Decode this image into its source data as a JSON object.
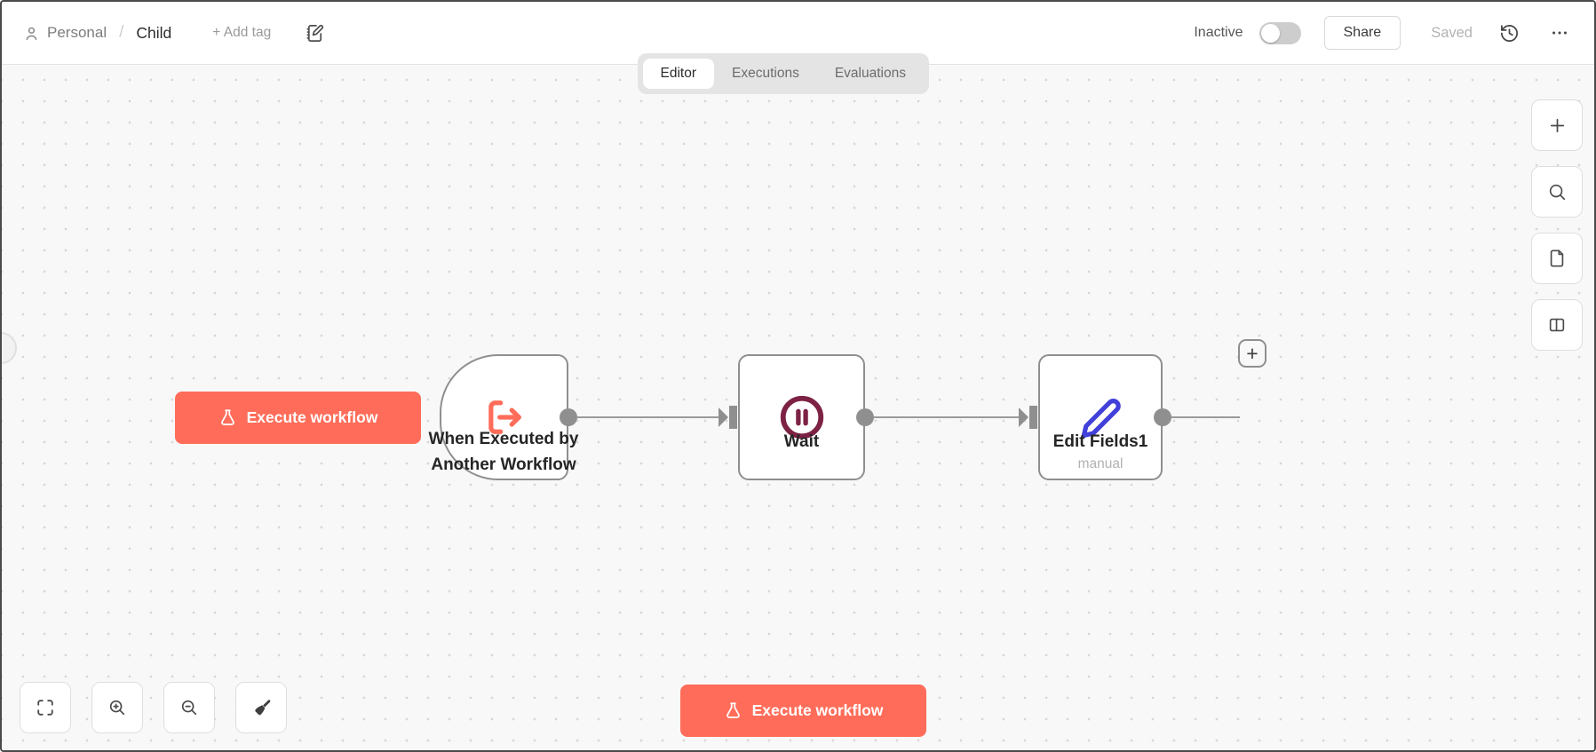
{
  "header": {
    "project": "Personal",
    "separator": "/",
    "workflow_name": "Child",
    "add_tag_label": "+ Add tag",
    "status_label": "Inactive",
    "share_label": "Share",
    "saved_label": "Saved"
  },
  "tabs": {
    "editor": "Editor",
    "executions": "Executions",
    "evaluations": "Evaluations",
    "active_tab": "Editor"
  },
  "canvas": {
    "trigger_button_label": "Execute workflow",
    "add_node_label": "+",
    "nodes": {
      "trigger": {
        "label": "When Executed by Another Workflow",
        "type": "execute-workflow-trigger"
      },
      "wait": {
        "label": "Wait",
        "type": "wait"
      },
      "edit_fields": {
        "label": "Edit Fields1",
        "subtitle": "manual",
        "type": "set"
      }
    }
  },
  "bottom_bar": {
    "execute_button_label": "Execute workflow"
  },
  "icons": {
    "user": "person-outline",
    "edit_note": "notebook-pen",
    "workflow_history": "history-clock",
    "more": "ellipsis",
    "execute": "flask",
    "trigger_node": "log-out-arrow",
    "wait_node": "pause-circle",
    "edit_fields_node": "pencil",
    "add_node": "plus",
    "search": "magnifier",
    "sticky_note": "file",
    "toggle_panel": "split-panel",
    "fit_view": "corner-brackets",
    "zoom_in": "magnifier-plus",
    "zoom_out": "magnifier-minus",
    "tidy_up": "broom"
  },
  "colors": {
    "primary": "#ff6d5a",
    "node_border": "#8f8f8f",
    "connection": "#9a9a9a",
    "wait_icon": "#7d2244",
    "edit_icon": "#4140d9",
    "trigger_icon": "#ff6d5a",
    "canvas_background": "#f8f8f8",
    "tab_bar_background": "#e4e4e4",
    "toggle_off": "#cdcdcd"
  }
}
